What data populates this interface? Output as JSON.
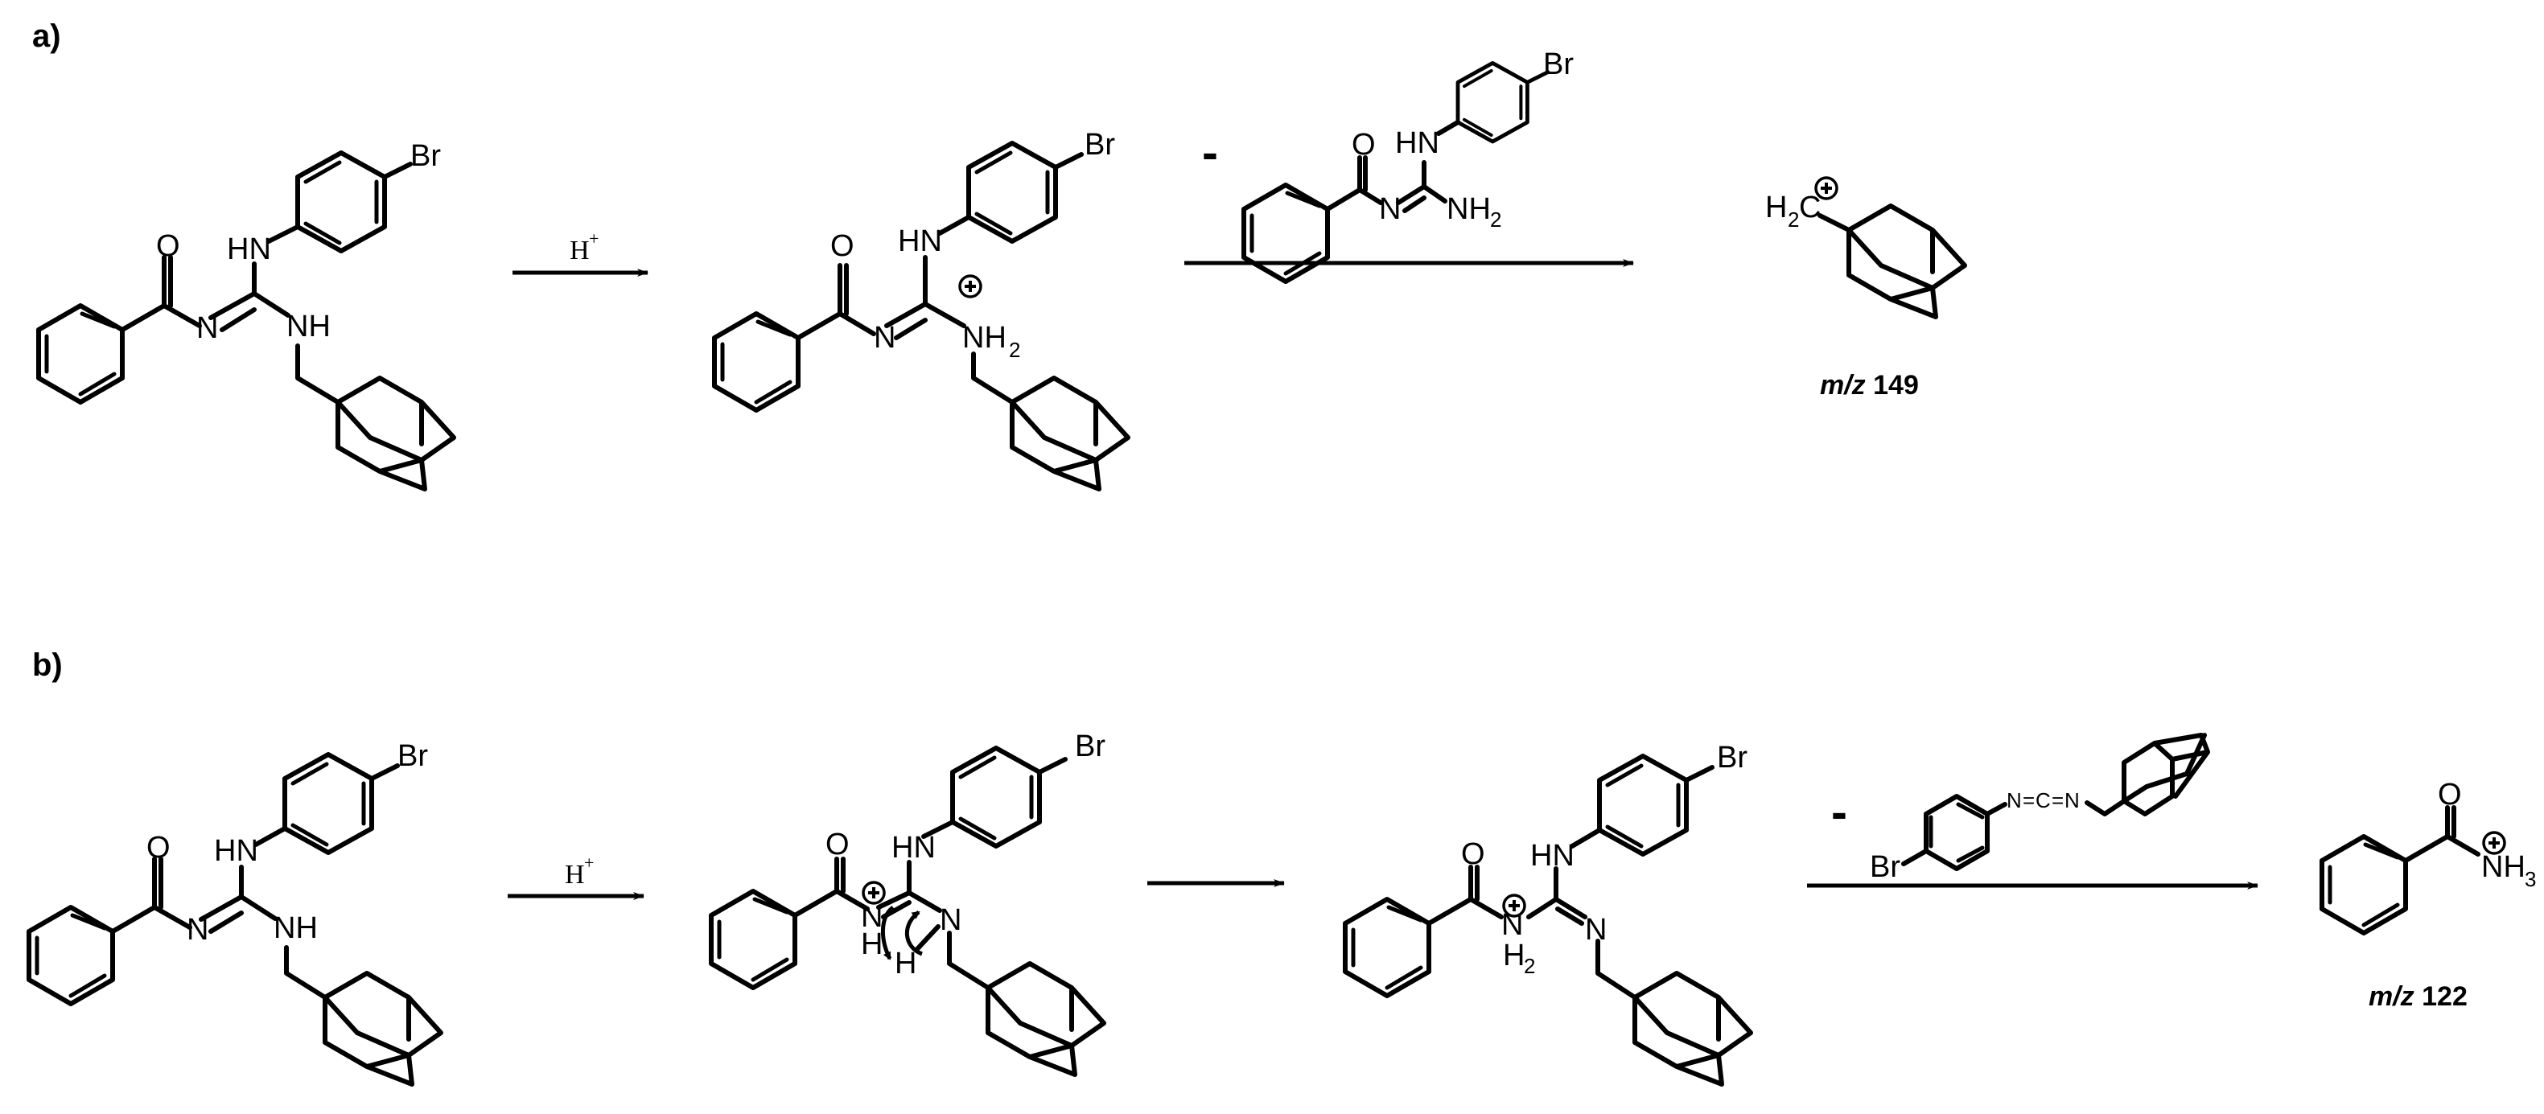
{
  "figure": {
    "colors": {
      "ink": "#000000",
      "background": "#ffffff"
    },
    "panels": [
      {
        "label": "a)",
        "steps": [
          {
            "reagent": "H",
            "reagent_sup": "+"
          },
          {
            "loss_sign": "-",
            "lost_fragment": "N-(4-bromophenyl)-N'-benzoylguanidine"
          }
        ],
        "product": {
          "formula_label": "H",
          "formula_sub": "2",
          "formula_tail": "C",
          "mz_prefix": "m/z",
          "mz_value": "149"
        }
      },
      {
        "label": "b)",
        "steps": [
          {
            "reagent": "H",
            "reagent_sup": "+"
          },
          {
            "reagent": ""
          },
          {
            "loss_sign": "-",
            "lost_fragment": "4-bromophenyl adamantylmethyl carbodiimide"
          }
        ],
        "product": {
          "formula_label": "NH",
          "formula_sub": "3",
          "mz_prefix": "m/z",
          "mz_value": "122"
        }
      }
    ],
    "atoms": {
      "O": "O",
      "N": "N",
      "HN": "HN",
      "NH": "NH",
      "NH2": "NH",
      "two": "2",
      "H": "H",
      "H2": "H",
      "Br": "Br",
      "NCN_1": "N",
      "NCN_eq1": "=",
      "NCN_C": "C",
      "NCN_eq2": "=",
      "NCN_2": "N",
      "three": "3"
    }
  }
}
